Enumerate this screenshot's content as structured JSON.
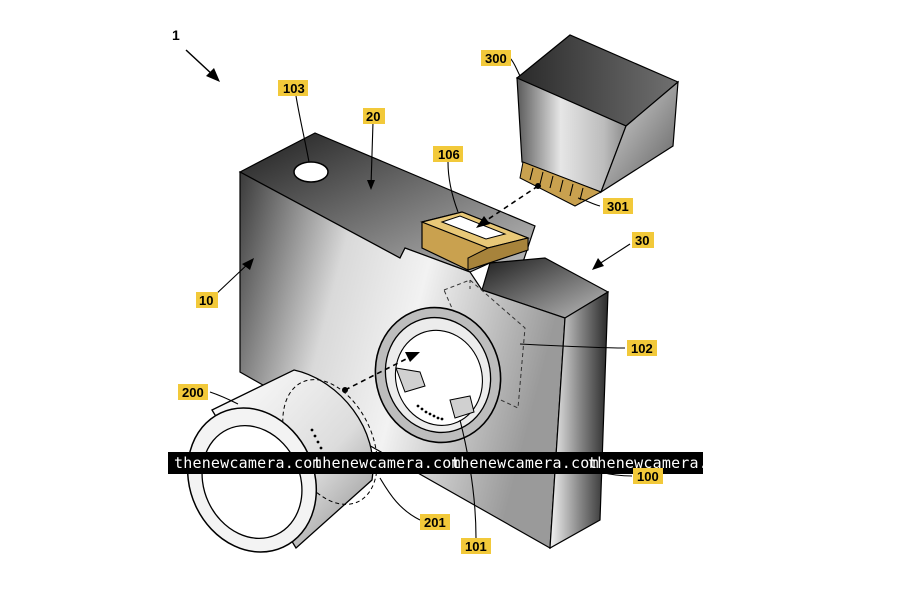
{
  "figure": {
    "ref_1": "1",
    "labels": {
      "camera_body": "10",
      "top_cover": "20",
      "side_face": "30",
      "camera_assembly": "100",
      "lens_mount": "101",
      "internal_module": "102",
      "button": "103",
      "hot_shoe": "106",
      "lens": "200",
      "lens_contacts": "201",
      "accessory": "300",
      "accessory_connector": "301"
    }
  },
  "watermark": {
    "text_1": "thenewcamera.com",
    "text_2": "thenewcamera.com",
    "text_3": "thenewcamera.com",
    "text_4": "thenewcamera.com"
  },
  "colors": {
    "label_bg": "#f2c93a",
    "hot_shoe": "#c9a14f",
    "watermark_band": "#000000"
  }
}
